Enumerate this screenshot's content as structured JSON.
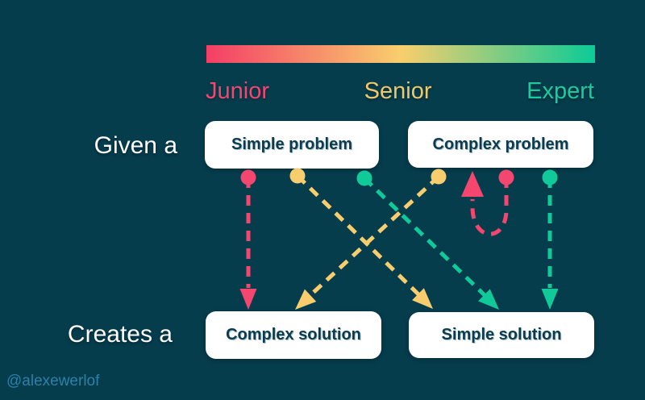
{
  "page": {
    "background": "#053d4d",
    "watermark": "@alexewerlof",
    "watermark_color": "#2d80a8"
  },
  "legend": {
    "gradient": {
      "from": "#f43e66",
      "mid": "#f9ce6d",
      "to": "#0bcb97"
    },
    "levels": [
      {
        "label": "Junior",
        "color": "#f4466e"
      },
      {
        "label": "Senior",
        "color": "#edc86c"
      },
      {
        "label": "Expert",
        "color": "#1bcb9c"
      }
    ]
  },
  "rows": {
    "given_label": "Given a",
    "creates_label": "Creates a"
  },
  "nodes": {
    "simple_problem": "Simple problem",
    "complex_problem": "Complex problem",
    "complex_solution": "Complex solution",
    "simple_solution": "Simple solution"
  },
  "colors": {
    "pink": "#f4466e",
    "yellow": "#f7cd6e",
    "teal": "#10ca99",
    "text_dark": "#0c3b4d"
  },
  "arrows": [
    {
      "id": "junior-simple-to-complex",
      "level": "Junior",
      "color_key": "pink",
      "from": "simple_problem",
      "to": "complex_solution"
    },
    {
      "id": "senior-simple-to-simple",
      "level": "Senior",
      "color_key": "yellow",
      "from": "simple_problem",
      "to": "simple_solution"
    },
    {
      "id": "expert-simple-to-simple",
      "level": "Expert",
      "color_key": "teal",
      "from": "simple_problem",
      "to": "simple_solution"
    },
    {
      "id": "senior-complex-to-complex",
      "level": "Senior",
      "color_key": "yellow",
      "from": "complex_problem",
      "to": "complex_solution"
    },
    {
      "id": "junior-complex-return",
      "level": "Junior",
      "color_key": "pink",
      "from": "complex_problem",
      "to": "complex_problem"
    },
    {
      "id": "expert-complex-to-simple",
      "level": "Expert",
      "color_key": "teal",
      "from": "complex_problem",
      "to": "simple_solution"
    }
  ]
}
